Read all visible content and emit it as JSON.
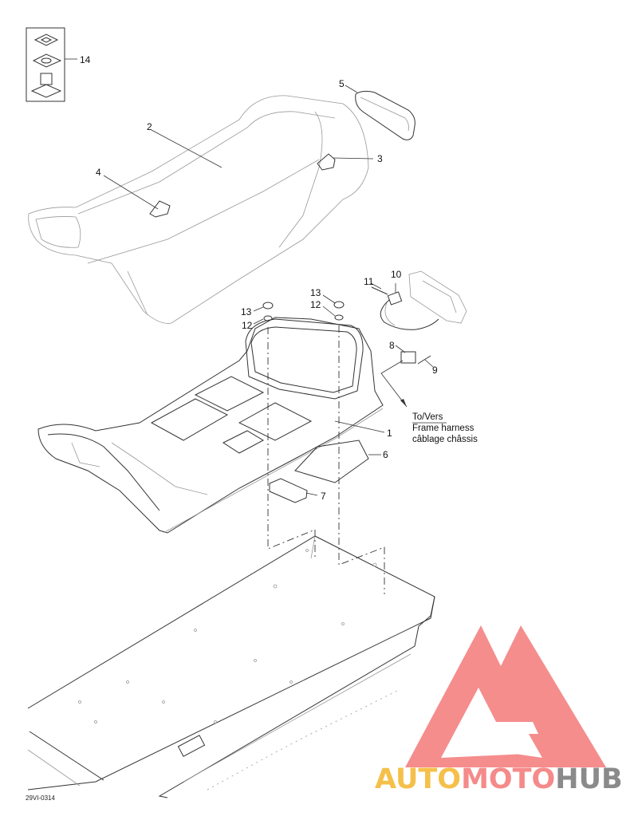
{
  "callouts": {
    "c1": "1",
    "c2": "2",
    "c3": "3",
    "c4": "4",
    "c5": "5",
    "c6": "6",
    "c7": "7",
    "c8": "8",
    "c9": "9",
    "c10": "10",
    "c11": "11",
    "c12a": "12",
    "c13a": "13",
    "c12b": "12",
    "c13b": "13",
    "c14": "14"
  },
  "harness_note": {
    "line1": "To/Vers",
    "line2": "Frame harness",
    "line3": "câblage châssis"
  },
  "drawing_code": "29VI-0314",
  "watermark": {
    "text_auto": "AUTO",
    "text_moto": "MOTO",
    "text_hub": "HUB",
    "color_auto": "#f5c04a",
    "color_moto": "#f58a8a",
    "color_hub": "#8a8a8a",
    "triangle_color": "#f47a7a"
  }
}
